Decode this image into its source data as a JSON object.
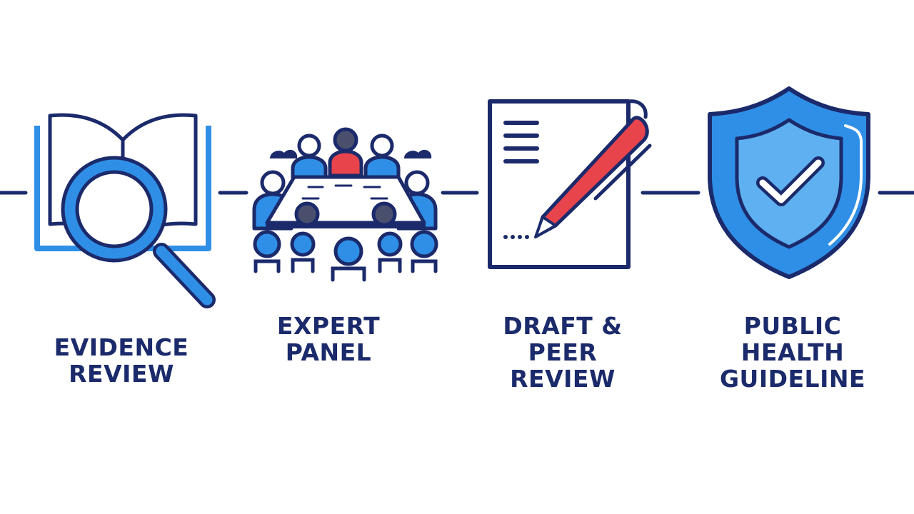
{
  "steps": [
    {
      "icon": "book-magnifier-icon",
      "label_lines": [
        "EVIDENCE",
        "REVIEW"
      ]
    },
    {
      "icon": "meeting-table-icon",
      "label_lines": [
        "EXPERT",
        "PANEL"
      ]
    },
    {
      "icon": "document-pen-icon",
      "label_lines": [
        "DRAFT &",
        "PEER",
        "REVIEW"
      ]
    },
    {
      "icon": "shield-check-icon",
      "label_lines": [
        "PUBLIC",
        "HEALTH",
        "GUIDELINE"
      ]
    }
  ],
  "colors": {
    "navy": "#1b2a6b",
    "blue": "#2f8fe6",
    "light_blue": "#5fb0f0",
    "red": "#e8444c",
    "background": "#ffffff"
  }
}
